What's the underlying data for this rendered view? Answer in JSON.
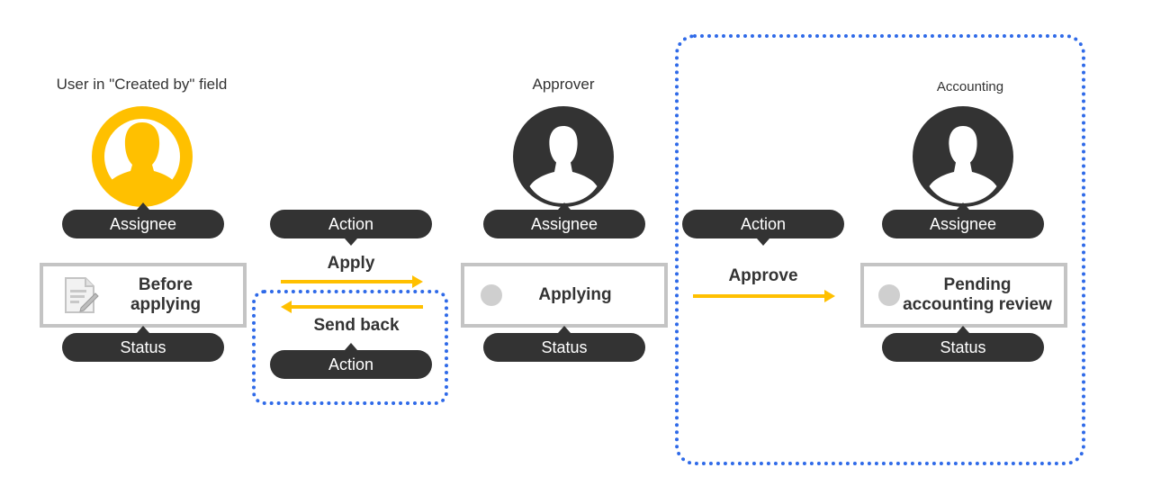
{
  "roles": {
    "creator": "User in \"Created by\" field",
    "approver": "Approver",
    "accounting": "Accounting"
  },
  "pills": {
    "assignee": "Assignee",
    "action": "Action",
    "status": "Status"
  },
  "statuses": {
    "before_applying_line1": "Before",
    "before_applying_line2": "applying",
    "applying": "Applying",
    "pending_line1": "Pending",
    "pending_line2": "accounting review"
  },
  "actions": {
    "apply": "Apply",
    "send_back": "Send back",
    "approve": "Approve"
  },
  "colors": {
    "creator_avatar": "#ffc000",
    "other_avatar": "#333333",
    "arrow": "#ffc000",
    "dashed_group": "#2f6ae8",
    "status_border": "#c4c4c4"
  },
  "icons": {
    "creator_avatar": "person-icon",
    "approver_avatar": "person-icon",
    "accounting_avatar": "person-icon",
    "document": "document-edit-icon",
    "status_indicator": "circle-icon"
  }
}
